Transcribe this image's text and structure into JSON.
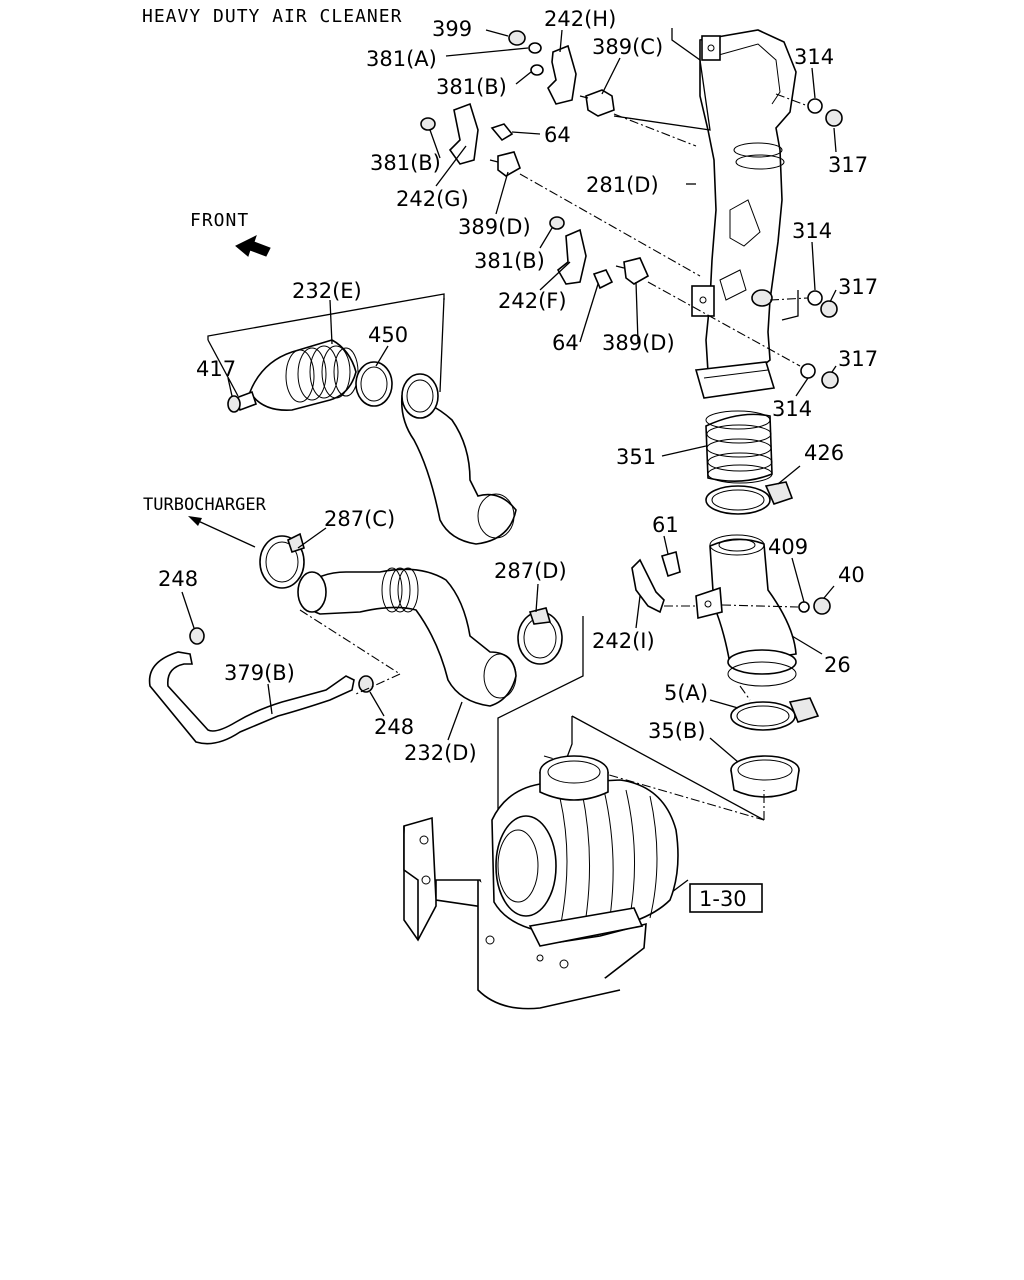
{
  "title": "HEAVY DUTY AIR CLEANER",
  "front_label": "FRONT",
  "turbo_label": "TURBOCHARGER",
  "ref_box": "1-30",
  "callouts": {
    "c399": "399",
    "c242h": "242(H)",
    "c381a": "381(A)",
    "c389c": "389(C)",
    "c314a": "314",
    "c381b_1": "381(B)",
    "c64_1": "64",
    "c317a": "317",
    "c381b_2": "381(B)",
    "c281d": "281(D)",
    "c242g": "242(G)",
    "c389d_1": "389(D)",
    "c314b": "314",
    "c381b_3": "381(B)",
    "c317b": "317",
    "c242f": "242(F)",
    "c232e": "232(E)",
    "c64_2": "64",
    "c389d_2": "389(D)",
    "c317c": "317",
    "c450": "450",
    "c417": "417",
    "c314c": "314",
    "c351": "351",
    "c426": "426",
    "c287c": "287(C)",
    "c61": "61",
    "c409": "409",
    "c40": "40",
    "c248a": "248",
    "c287d": "287(D)",
    "c242i": "242(I)",
    "c26": "26",
    "c379b": "379(B)",
    "c248b": "248",
    "c5a": "5(A)",
    "c232d": "232(D)",
    "c35b": "35(B)"
  }
}
